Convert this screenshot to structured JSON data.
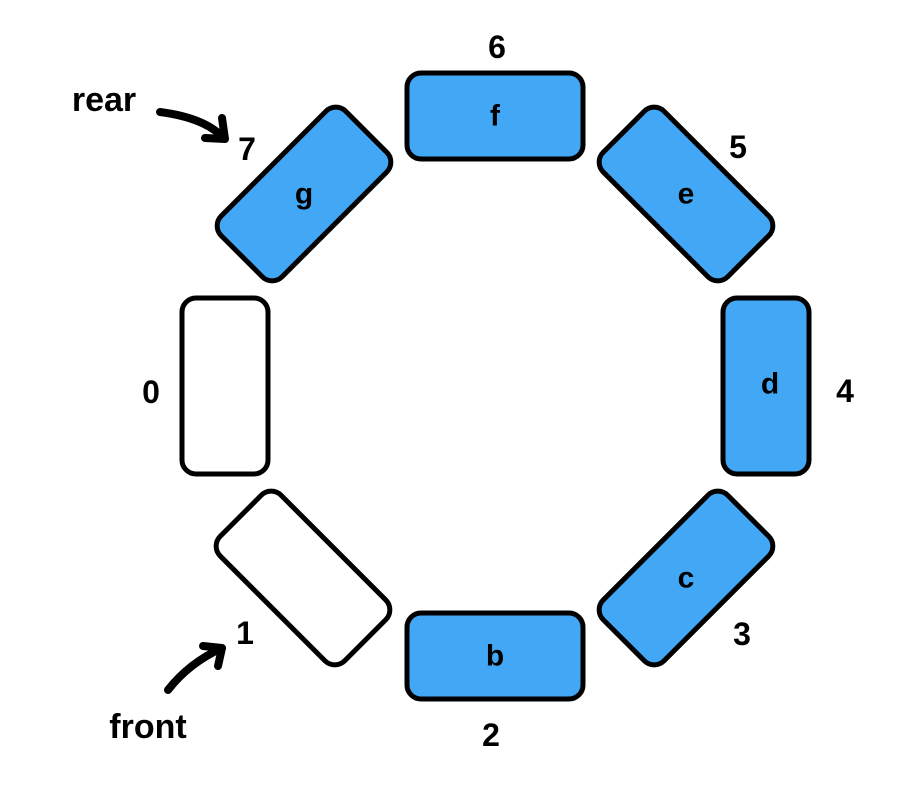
{
  "colors": {
    "filled": "#42a7f5",
    "empty": "#ffffff",
    "outline": "#000000"
  },
  "slots": [
    {
      "index": "0",
      "value": ""
    },
    {
      "index": "1",
      "value": ""
    },
    {
      "index": "2",
      "value": "b"
    },
    {
      "index": "3",
      "value": "c"
    },
    {
      "index": "4",
      "value": "d"
    },
    {
      "index": "5",
      "value": "e"
    },
    {
      "index": "6",
      "value": "f"
    },
    {
      "index": "7",
      "value": "g"
    }
  ],
  "pointers": {
    "front": {
      "label": "front",
      "target_index": "1"
    },
    "rear": {
      "label": "rear",
      "target_index": "7"
    }
  }
}
